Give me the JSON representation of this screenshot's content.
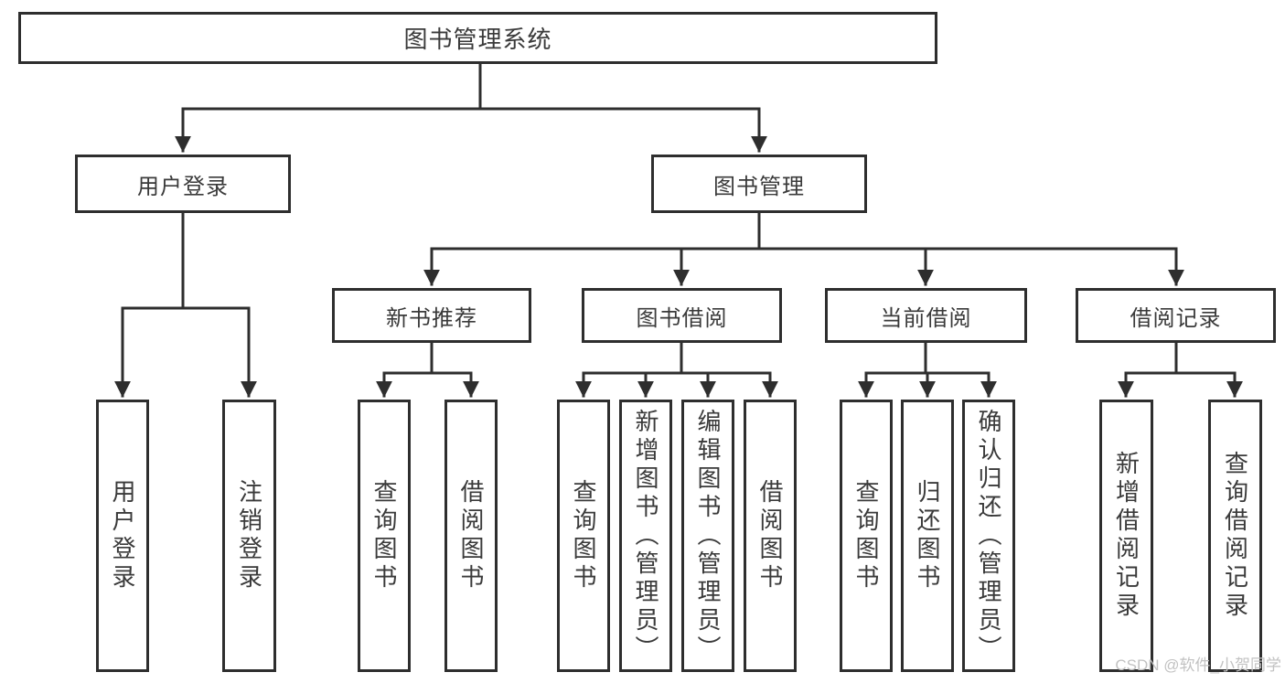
{
  "diagram": {
    "root": {
      "label": "图书管理系统"
    },
    "level2": [
      {
        "label": "用户登录"
      },
      {
        "label": "图书管理"
      }
    ],
    "level3": [
      {
        "label": "新书推荐",
        "parent": "图书管理"
      },
      {
        "label": "图书借阅",
        "parent": "图书管理"
      },
      {
        "label": "当前借阅",
        "parent": "图书管理"
      },
      {
        "label": "借阅记录",
        "parent": "图书管理"
      }
    ],
    "leaves": [
      {
        "label": "用户登录",
        "parent": "用户登录"
      },
      {
        "label": "注销登录",
        "parent": "用户登录"
      },
      {
        "label": "查询图书",
        "parent": "新书推荐"
      },
      {
        "label": "借阅图书",
        "parent": "新书推荐"
      },
      {
        "label": "查询图书",
        "parent": "图书借阅"
      },
      {
        "label": "新增图书（管理员）",
        "parent": "图书借阅"
      },
      {
        "label": "编辑图书（管理员）",
        "parent": "图书借阅"
      },
      {
        "label": "借阅图书",
        "parent": "图书借阅"
      },
      {
        "label": "查询图书",
        "parent": "当前借阅"
      },
      {
        "label": "归还图书",
        "parent": "当前借阅"
      },
      {
        "label": "确认归还（管理员）",
        "parent": "当前借阅"
      },
      {
        "label": "新增借阅记录",
        "parent": "借阅记录"
      },
      {
        "label": "查询借阅记录",
        "parent": "借阅记录"
      }
    ]
  },
  "colors": {
    "line": "#2e2e2e",
    "text": "#3a3a3a",
    "watermark": "#c2c2c2",
    "background": "#ffffff"
  },
  "watermark": {
    "text": "CSDN @软件_小贺同学"
  }
}
